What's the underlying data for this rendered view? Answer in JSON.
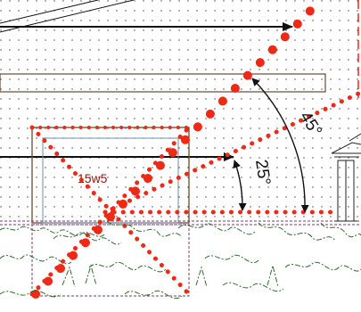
{
  "drawing": {
    "window_label": "15w5",
    "angle_large": "45°",
    "angle_small": "25°"
  },
  "colors": {
    "background": "#ffffff",
    "grid_dot": "#444444",
    "line_black": "#111111",
    "red_dotted": "#ee2a16",
    "frame": "#6d8fa8",
    "building_outline": "#6b4a2f",
    "foliage": "#2f6b2f",
    "label": "#8a1a12"
  }
}
